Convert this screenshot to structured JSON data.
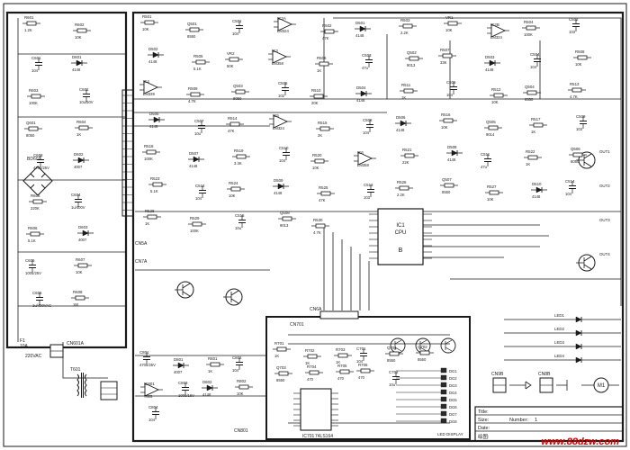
{
  "colors": {
    "line": "#1a1a1a",
    "paper": "#ffffff",
    "watermark": "#d40000",
    "red_mark": "#cc0000"
  },
  "left_panel": {
    "fuse_label": "F1",
    "fuse_value": "10A",
    "mains_label": "220VAC",
    "bridge_label": "BD601",
    "connector_label": "CN601A",
    "transformer_label": "T601",
    "components": [
      {
        "ref": "R601",
        "value": "1.2K",
        "kind": "res"
      },
      {
        "ref": "R602",
        "value": "10K",
        "kind": "res"
      },
      {
        "ref": "C601",
        "value": "104",
        "kind": "cap"
      },
      {
        "ref": "D601",
        "value": "4148",
        "kind": "diode"
      },
      {
        "ref": "R603",
        "value": "100K",
        "kind": "res"
      },
      {
        "ref": "C602",
        "value": "10u/50V",
        "kind": "cap"
      },
      {
        "ref": "Q601",
        "value": "8050",
        "kind": "res"
      },
      {
        "ref": "R604",
        "value": "1K",
        "kind": "res"
      },
      {
        "ref": "C603",
        "value": "470u/25V",
        "kind": "cap"
      },
      {
        "ref": "D602",
        "value": "4007",
        "kind": "diode"
      },
      {
        "ref": "R605",
        "value": "220K",
        "kind": "res"
      },
      {
        "ref": "C604",
        "value": "1u/400V",
        "kind": "cap"
      },
      {
        "ref": "R606",
        "value": "5.1K",
        "kind": "res"
      },
      {
        "ref": "D603",
        "value": "4007",
        "kind": "diode"
      },
      {
        "ref": "C605",
        "value": "100u/25V",
        "kind": "cap"
      },
      {
        "ref": "R607",
        "value": "10K",
        "kind": "res"
      },
      {
        "ref": "C606",
        "value": "1u/400VAC",
        "kind": "cap"
      },
      {
        "ref": "R608",
        "value": "1M",
        "kind": "res"
      }
    ]
  },
  "main_board": {
    "cpu_ref": "IC1",
    "cpu_name": "CPU",
    "cpu_mark": "B",
    "connectors": [
      "CN6A",
      "CN5A",
      "CN7A"
    ],
    "components": [
      {
        "ref": "R501",
        "value": "10K",
        "kind": "res"
      },
      {
        "ref": "Q501",
        "value": "8550",
        "kind": "res"
      },
      {
        "ref": "C501",
        "value": "104",
        "kind": "cap"
      },
      {
        "ref": "IC2A",
        "value": "LM324",
        "kind": "opamp"
      },
      {
        "ref": "R502",
        "value": "47K",
        "kind": "res"
      },
      {
        "ref": "D501",
        "value": "4148",
        "kind": "diode"
      },
      {
        "ref": "R503",
        "value": "2.2K",
        "kind": "res"
      },
      {
        "ref": "VR1",
        "value": "10K",
        "kind": "res"
      },
      {
        "ref": "IC2B",
        "value": "LM324",
        "kind": "opamp"
      },
      {
        "ref": "R504",
        "value": "100K",
        "kind": "res"
      },
      {
        "ref": "C502",
        "value": "103",
        "kind": "cap"
      },
      {
        "ref": "D502",
        "value": "4148",
        "kind": "diode"
      },
      {
        "ref": "R505",
        "value": "5.1K",
        "kind": "res"
      },
      {
        "ref": "VR2",
        "value": "50K",
        "kind": "res"
      },
      {
        "ref": "IC3",
        "value": "LM358",
        "kind": "opamp"
      },
      {
        "ref": "R506",
        "value": "1K",
        "kind": "res"
      },
      {
        "ref": "C503",
        "value": "47u",
        "kind": "cap"
      },
      {
        "ref": "Q502",
        "value": "9013",
        "kind": "res"
      },
      {
        "ref": "R507",
        "value": "33K",
        "kind": "res"
      },
      {
        "ref": "D503",
        "value": "4148",
        "kind": "diode"
      },
      {
        "ref": "C504",
        "value": "104",
        "kind": "cap"
      },
      {
        "ref": "R508",
        "value": "10K",
        "kind": "res"
      },
      {
        "ref": "IC4",
        "value": "LM339",
        "kind": "opamp"
      },
      {
        "ref": "R509",
        "value": "4.7K",
        "kind": "res"
      },
      {
        "ref": "Q503",
        "value": "8050",
        "kind": "res"
      },
      {
        "ref": "C505",
        "value": "102",
        "kind": "cap"
      },
      {
        "ref": "R510",
        "value": "20K",
        "kind": "res"
      },
      {
        "ref": "D504",
        "value": "4148",
        "kind": "diode"
      },
      {
        "ref": "R511",
        "value": "1K",
        "kind": "res"
      },
      {
        "ref": "C506",
        "value": "104",
        "kind": "cap"
      },
      {
        "ref": "R512",
        "value": "10K",
        "kind": "res"
      },
      {
        "ref": "Q504",
        "value": "8550",
        "kind": "res"
      },
      {
        "ref": "R513",
        "value": "4.7K",
        "kind": "res"
      },
      {
        "ref": "D505",
        "value": "4148",
        "kind": "diode"
      },
      {
        "ref": "C507",
        "value": "10u",
        "kind": "cap"
      },
      {
        "ref": "R514",
        "value": "47K",
        "kind": "res"
      },
      {
        "ref": "IC5",
        "value": "LM324",
        "kind": "opamp"
      },
      {
        "ref": "R515",
        "value": "2K",
        "kind": "res"
      },
      {
        "ref": "C508",
        "value": "104",
        "kind": "cap"
      },
      {
        "ref": "D506",
        "value": "4148",
        "kind": "diode"
      },
      {
        "ref": "R516",
        "value": "10K",
        "kind": "res"
      },
      {
        "ref": "Q505",
        "value": "9014",
        "kind": "res"
      },
      {
        "ref": "R517",
        "value": "1K",
        "kind": "res"
      },
      {
        "ref": "C509",
        "value": "103",
        "kind": "cap"
      },
      {
        "ref": "R518",
        "value": "100K",
        "kind": "res"
      },
      {
        "ref": "D507",
        "value": "4148",
        "kind": "diode"
      },
      {
        "ref": "R519",
        "value": "3.3K",
        "kind": "res"
      },
      {
        "ref": "C510",
        "value": "104",
        "kind": "cap"
      },
      {
        "ref": "R520",
        "value": "10K",
        "kind": "res"
      },
      {
        "ref": "IC6",
        "value": "LM358",
        "kind": "opamp"
      },
      {
        "ref": "R521",
        "value": "22K",
        "kind": "res"
      },
      {
        "ref": "D508",
        "value": "4148",
        "kind": "diode"
      },
      {
        "ref": "C511",
        "value": "47u",
        "kind": "cap"
      },
      {
        "ref": "R522",
        "value": "1K",
        "kind": "res"
      },
      {
        "ref": "Q506",
        "value": "8050",
        "kind": "res"
      },
      {
        "ref": "R523",
        "value": "5.1K",
        "kind": "res"
      },
      {
        "ref": "C512",
        "value": "104",
        "kind": "cap"
      },
      {
        "ref": "R524",
        "value": "10K",
        "kind": "res"
      },
      {
        "ref": "D509",
        "value": "4148",
        "kind": "diode"
      },
      {
        "ref": "R525",
        "value": "47K",
        "kind": "res"
      },
      {
        "ref": "C513",
        "value": "103",
        "kind": "cap"
      },
      {
        "ref": "R526",
        "value": "2.2K",
        "kind": "res"
      },
      {
        "ref": "Q507",
        "value": "8550",
        "kind": "res"
      },
      {
        "ref": "R527",
        "value": "10K",
        "kind": "res"
      },
      {
        "ref": "D510",
        "value": "4148",
        "kind": "diode"
      },
      {
        "ref": "C514",
        "value": "104",
        "kind": "cap"
      },
      {
        "ref": "R528",
        "value": "1K",
        "kind": "res"
      },
      {
        "ref": "R529",
        "value": "100K",
        "kind": "res"
      },
      {
        "ref": "C515",
        "value": "10u",
        "kind": "cap"
      },
      {
        "ref": "Q508",
        "value": "9013",
        "kind": "res"
      },
      {
        "ref": "R530",
        "value": "4.7K",
        "kind": "res"
      }
    ],
    "led_labels": [
      "LED1",
      "LED2",
      "LED3",
      "LED4"
    ],
    "output_labels": [
      "OUT1",
      "OUT2",
      "OUT3",
      "OUT4"
    ]
  },
  "display_board": {
    "connector_label": "CN701",
    "ic_label": "IC701",
    "ic_name": "74LS164",
    "components": [
      {
        "ref": "R701",
        "value": "1K",
        "kind": "res"
      },
      {
        "ref": "R702",
        "value": "1K",
        "kind": "res"
      },
      {
        "ref": "R703",
        "value": "1K",
        "kind": "res"
      },
      {
        "ref": "C701",
        "value": "104",
        "kind": "cap"
      },
      {
        "ref": "Q701",
        "value": "8550",
        "kind": "res"
      },
      {
        "ref": "Q702",
        "value": "8550",
        "kind": "res"
      },
      {
        "ref": "Q703",
        "value": "8550",
        "kind": "res"
      },
      {
        "ref": "R704",
        "value": "470",
        "kind": "res"
      },
      {
        "ref": "R705",
        "value": "470",
        "kind": "res"
      },
      {
        "ref": "R706",
        "value": "470",
        "kind": "res"
      },
      {
        "ref": "C702",
        "value": "10u",
        "kind": "cap"
      }
    ],
    "segment_labels": [
      "DG1",
      "DG2",
      "DG3",
      "DG4",
      "DG5",
      "DG6",
      "DG7",
      "DG8"
    ],
    "led_header": "LED DISPLAY"
  },
  "bottom_supply": {
    "components": [
      {
        "ref": "C801",
        "value": "470u/25V",
        "kind": "cap"
      },
      {
        "ref": "D801",
        "value": "4007",
        "kind": "diode"
      },
      {
        "ref": "R801",
        "value": "1K",
        "kind": "res"
      },
      {
        "ref": "C802",
        "value": "104",
        "kind": "cap"
      },
      {
        "ref": "IC801",
        "value": "7805",
        "kind": "opamp"
      },
      {
        "ref": "C803",
        "value": "100u/16V",
        "kind": "cap"
      },
      {
        "ref": "D802",
        "value": "4148",
        "kind": "diode"
      },
      {
        "ref": "R802",
        "value": "10K",
        "kind": "res"
      },
      {
        "ref": "C804",
        "value": "104",
        "kind": "cap"
      }
    ],
    "connector_label": "CN801"
  },
  "title_block": {
    "title_label": "Title:",
    "size_label": "Size:",
    "number_label": "Number:",
    "number_value": "1",
    "date_label": "Date:",
    "file_label": "绘图:"
  },
  "legend_items": [
    {
      "ref": "CN9B",
      "kind": "connector"
    },
    {
      "ref": "CN8B",
      "kind": "connector"
    },
    {
      "ref": "M1",
      "kind": "motor"
    }
  ],
  "watermark": "www.88dzw.com"
}
